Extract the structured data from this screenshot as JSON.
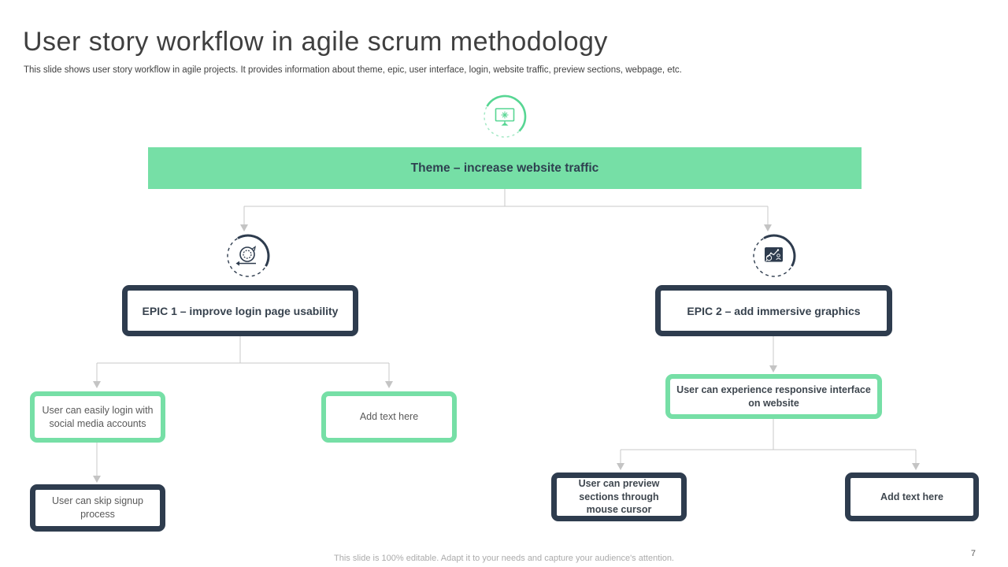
{
  "slide": {
    "title": "User story workflow in agile scrum methodology",
    "subtitle": "This slide shows user story workflow in agile projects. It provides information about theme, epic, user interface, login, website traffic, preview sections, webpage, etc.",
    "footer": "This slide is 100% editable. Adapt it to your needs and capture your audience's attention.",
    "page_number": "7"
  },
  "colors": {
    "accent_green": "#76dfa6",
    "accent_green_arc": "#57d693",
    "navy": "#2e3c4e",
    "connector_gray": "#c9c9c9",
    "title_gray": "#3f3f3f",
    "body_gray": "#595959",
    "footer_gray": "#ababab"
  },
  "icons": {
    "theme_icon": "website-traffic-screen-icon",
    "epic1_icon": "sprint-iteration-icon",
    "epic2_icon": "analytics-graph-icon"
  },
  "diagram": {
    "theme": {
      "label": "Theme – increase website traffic"
    },
    "epics": [
      {
        "label": "EPIC 1 – improve login page usability"
      },
      {
        "label": "EPIC 2 – add immersive graphics"
      }
    ],
    "stories": [
      {
        "label": "User can easily login with social media accounts"
      },
      {
        "label": "Add text here"
      },
      {
        "label": "User can skip signup process"
      },
      {
        "label": "User can experience responsive interface on website"
      },
      {
        "label": "User can preview sections through mouse cursor"
      },
      {
        "label": "Add  text here"
      }
    ]
  }
}
